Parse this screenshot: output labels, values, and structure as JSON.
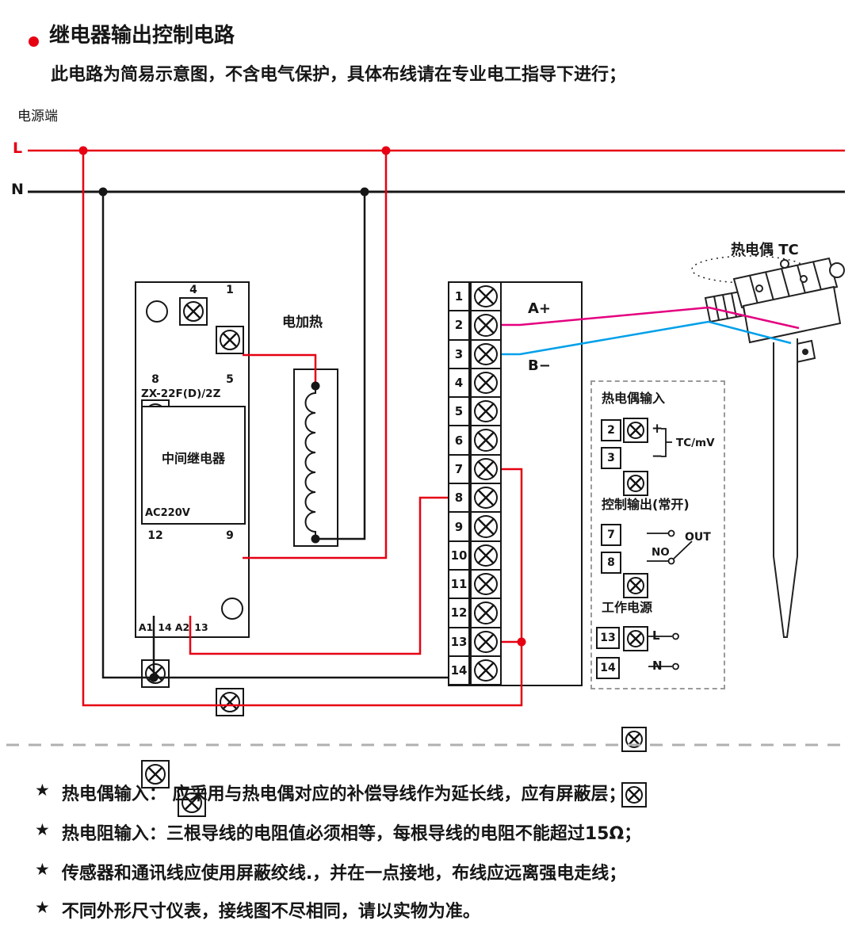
{
  "colors": {
    "red": "#e60012",
    "black": "#161616",
    "magenta": "#e4007f",
    "blue": "#00a0e9"
  },
  "header": {
    "title": "继电器输出控制电路",
    "subtitle": "此电路为简易示意图，不含电气保护，具体布线请在专业电工指导下进行；"
  },
  "power": {
    "source": "电源端",
    "l": "L",
    "n": "N"
  },
  "relay": {
    "model": "ZX-22F(D)/2Z",
    "name": "中间继电器",
    "voltage": "AC220V",
    "t_top": [
      "4",
      "1"
    ],
    "t_mid": [
      "8",
      "5"
    ],
    "t_low": [
      "12",
      "9"
    ],
    "t_bottom": [
      "A1",
      "14",
      "A2",
      "13"
    ]
  },
  "heater": {
    "label": "电加热"
  },
  "strip": {
    "rows": [
      "1",
      "2",
      "3",
      "4",
      "5",
      "6",
      "7",
      "8",
      "9",
      "10",
      "11",
      "12",
      "13",
      "14"
    ],
    "a_plus": "A+",
    "b_minus": "B−"
  },
  "tc": {
    "label": "热电偶 TC"
  },
  "panel": {
    "tc_input": {
      "title": "热电偶输入",
      "n2": "2",
      "n3": "3",
      "plus": "+",
      "minus": "−",
      "unit": "TC/mV"
    },
    "ctrl": {
      "title": "控制输出(常开)",
      "n7": "7",
      "n8": "8",
      "no": "NO",
      "out": "OUT"
    },
    "power": {
      "title": "工作电源",
      "n13": "13",
      "n14": "14",
      "l": "L",
      "n": "N"
    }
  },
  "note_star": "★",
  "notes": [
    "热电偶输入： 应采用与热电偶对应的补偿导线作为延长线，应有屏蔽层；",
    "热电阻输入：三根导线的电阻值必须相等，每根导线的电阻不能超过15Ω；",
    "传感器和通讯线应使用屏蔽绞线.，并在一点接地，布线应远离强电走线；",
    "不同外形尺寸仪表，接线图不尽相同，请以实物为准。"
  ]
}
